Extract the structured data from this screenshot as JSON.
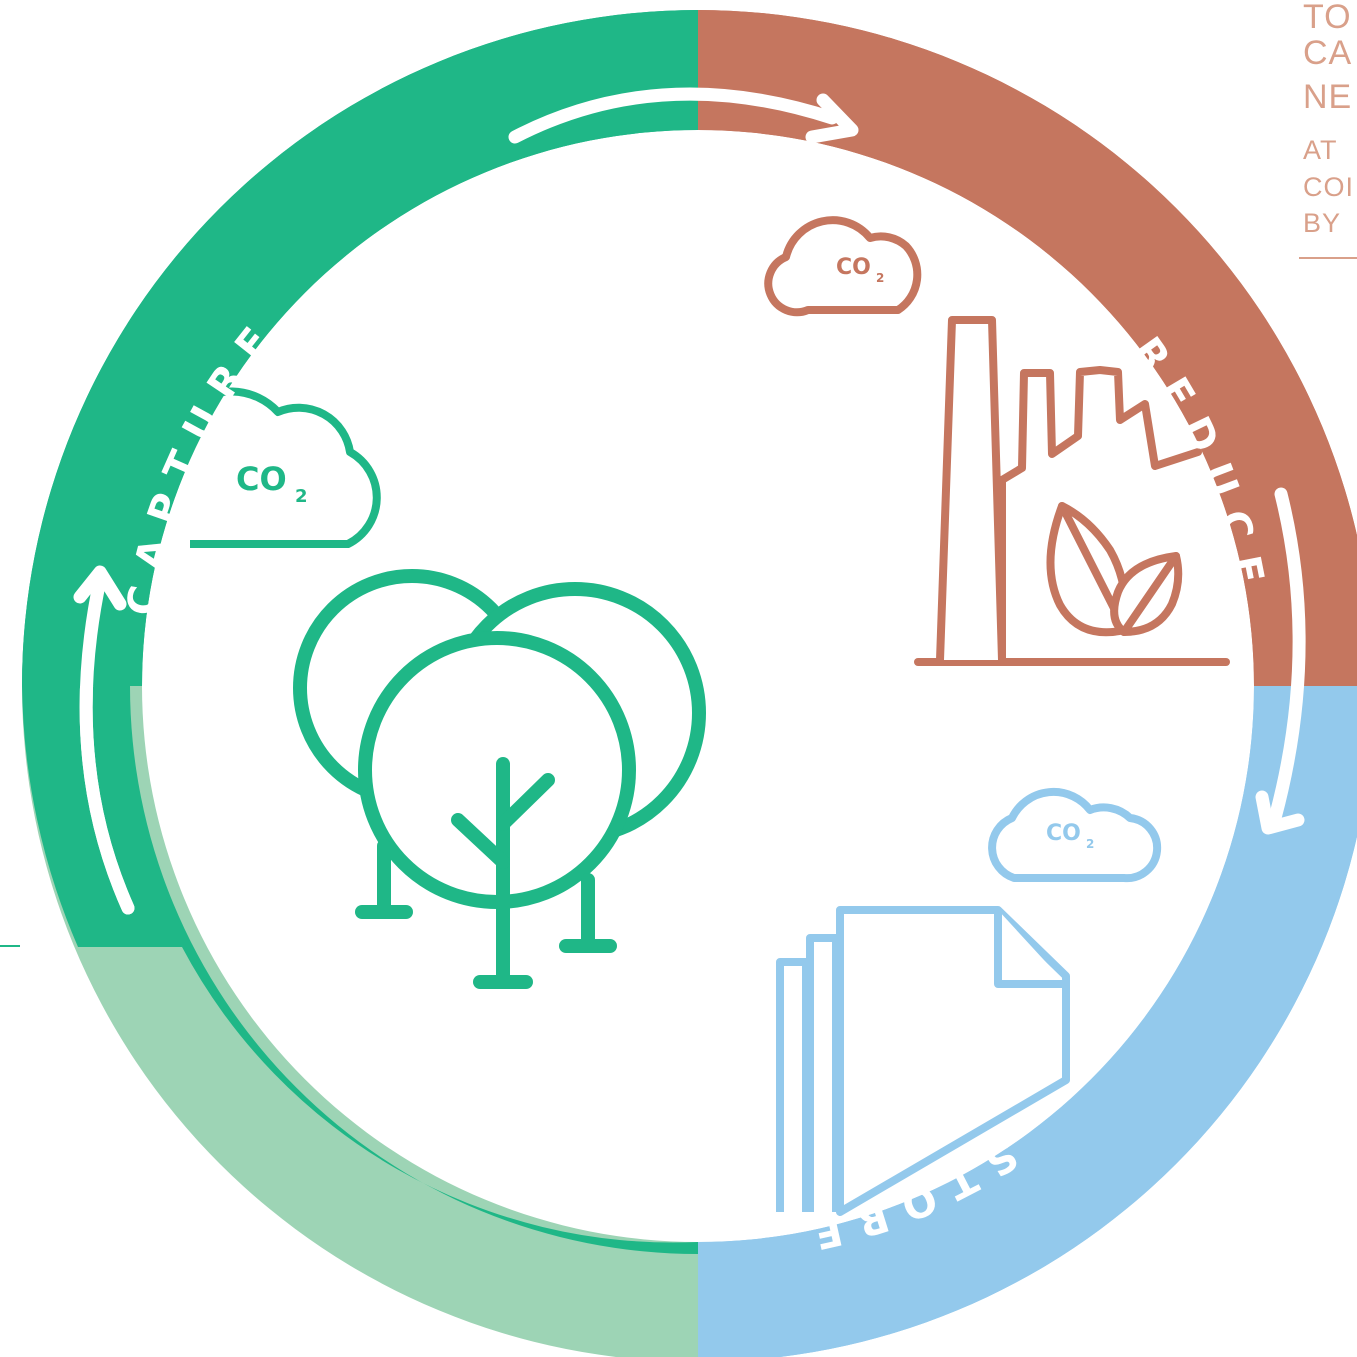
{
  "cycle": {
    "segments": [
      {
        "id": "capture",
        "label": "CAPTURE",
        "color": "#1fb787"
      },
      {
        "id": "reduce",
        "label": "REDUCE",
        "color": "#c5765f"
      },
      {
        "id": "store",
        "label": "STORE",
        "color": "#93c9ec"
      }
    ],
    "faded_color": "#9dd4b5",
    "cloud_label_main": "CO",
    "cloud_label_sub": "2",
    "icons": [
      "cloud-icon",
      "tree-icon",
      "factory-icon",
      "leaf-icon",
      "documents-icon",
      "arrow-icon"
    ]
  },
  "side_text": {
    "line1": "TO",
    "line2": "CA",
    "line3": "NE",
    "line4": "AT",
    "line5": "COI",
    "line6": "BY"
  }
}
